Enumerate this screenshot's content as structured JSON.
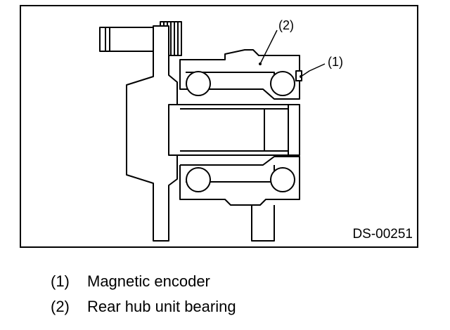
{
  "figure": {
    "id_label": "DS-00251",
    "callouts": [
      {
        "num": "(1)",
        "part": "magnetic-encoder"
      },
      {
        "num": "(2)",
        "part": "rear-hub-unit-bearing"
      }
    ]
  },
  "legend": {
    "items": [
      {
        "num": "(1)",
        "label": "Magnetic encoder"
      },
      {
        "num": "(2)",
        "label": "Rear hub unit bearing"
      }
    ]
  }
}
